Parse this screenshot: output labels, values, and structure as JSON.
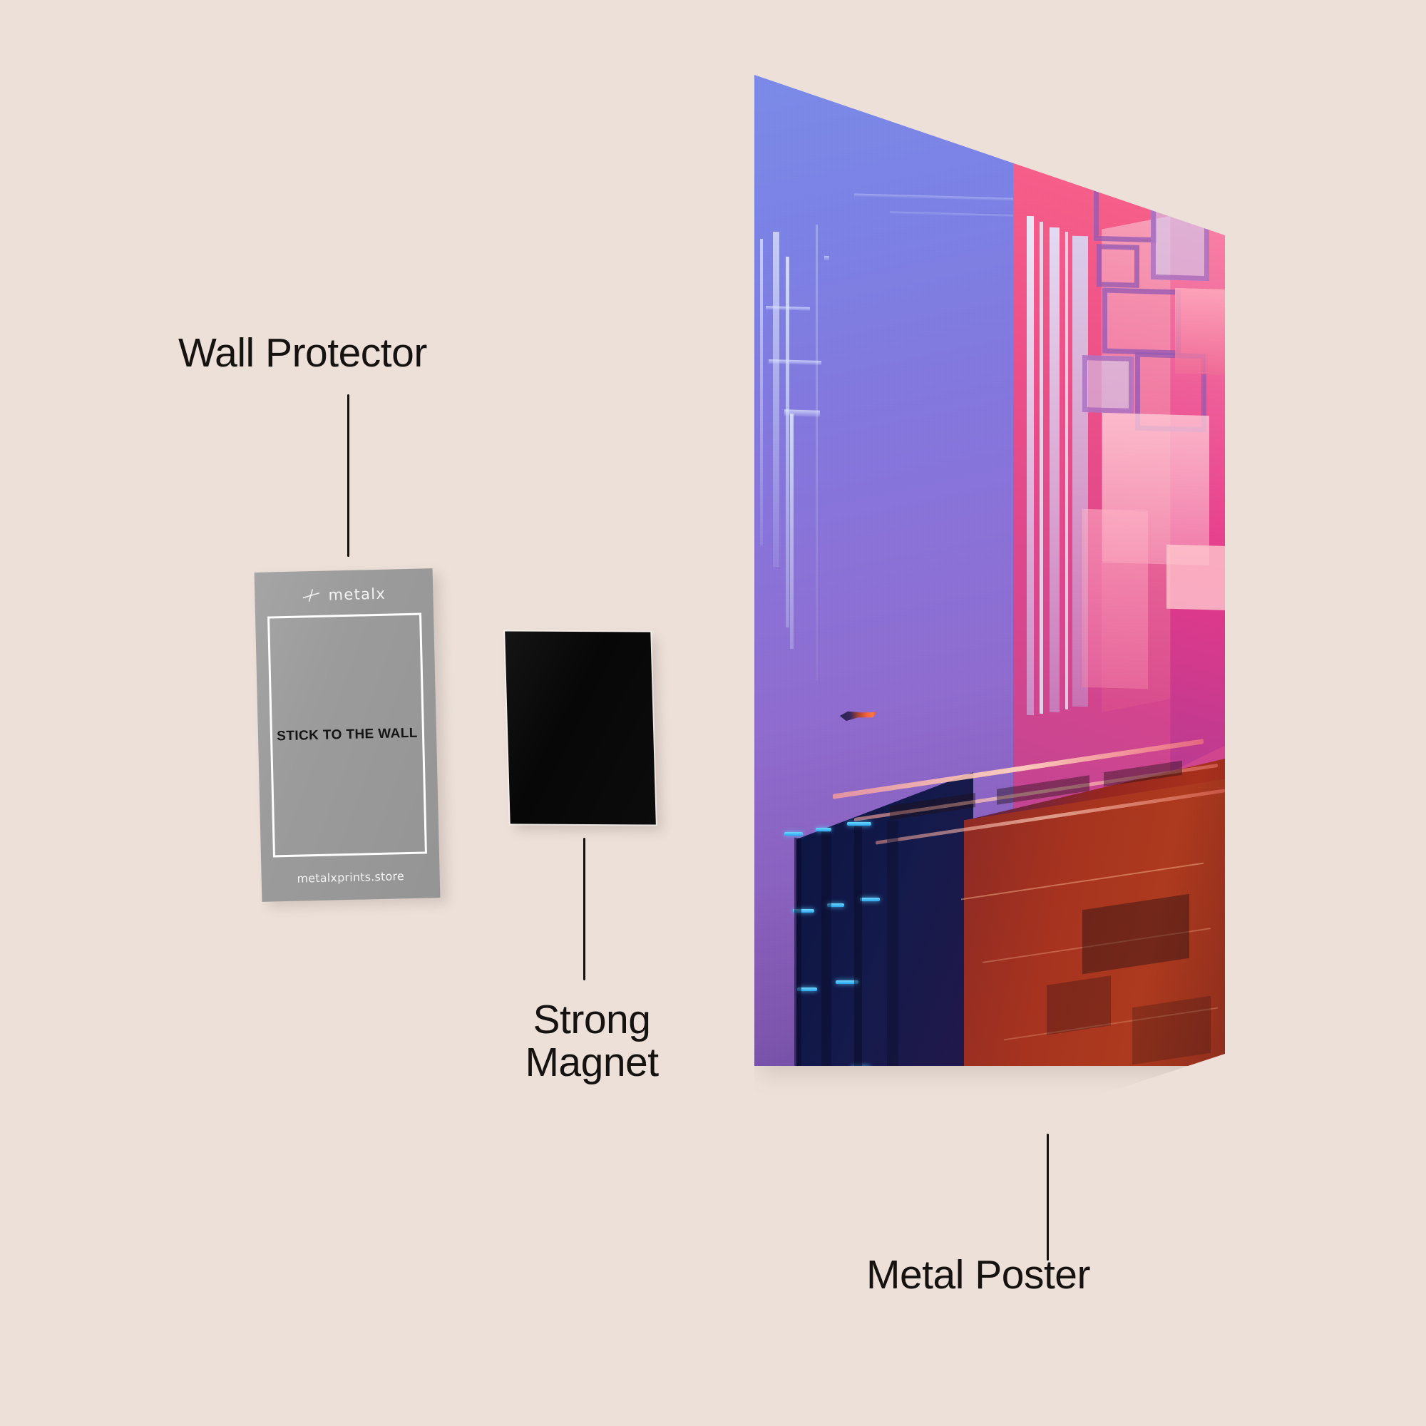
{
  "scene": {
    "background_color": "#ece0d9",
    "type": "product-infographic",
    "subject": "metal poster mounting system"
  },
  "callouts": [
    {
      "id": "wall-protector",
      "label": "Wall Protector",
      "leader": "vertical-line"
    },
    {
      "id": "strong-magnet",
      "label": "Strong\nMagnet",
      "leader": "vertical-line"
    },
    {
      "id": "metal-poster",
      "label": "Metal Poster",
      "leader": "vertical-line"
    }
  ],
  "wall_protector": {
    "brand": "metalx",
    "logo_icon": "metalx-cross-mark-icon",
    "headline": "STICK TO THE WALL",
    "url": "metalxprints.store",
    "card_color": "#9b9b9b",
    "frame_color": "#ffffff",
    "headline_color": "#141414"
  },
  "magnet": {
    "name": "strong magnet square",
    "color": "#070707"
  },
  "poster": {
    "name": "metal poster print",
    "artwork": "cyberpunk megastructure in blue-violet to magenta gradient with red facade",
    "accent_colors": {
      "sky_blue": "#7b8ce8",
      "violet": "#8a62c0",
      "deep_blue": "#2e3590",
      "magenta": "#f04e84",
      "pink_light": "#ff9aaf",
      "red_facade": "#a6331f",
      "neon_cyan": "#6fd8ff"
    },
    "elements": [
      "flying-vehicle",
      "architectural-columns",
      "circuit-grid-panels",
      "megastructure"
    ]
  }
}
